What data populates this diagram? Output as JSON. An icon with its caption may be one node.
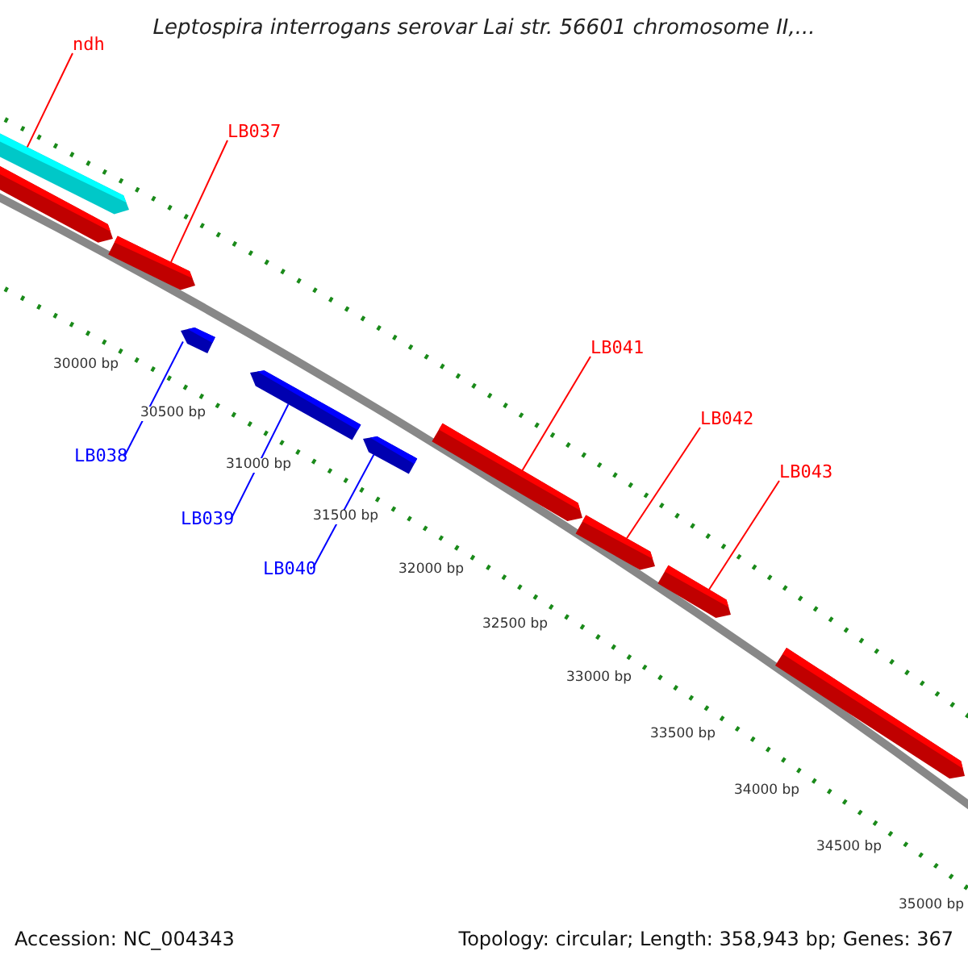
{
  "diagram": {
    "title": "Leptospira interrogans serovar Lai str. 56601 chromosome II,...",
    "nodes": [
      {
        "text": [
          "ndh"
        ]
      },
      {
        "text": [
          "LB037"
        ]
      },
      {
        "text": [
          "LB041"
        ]
      },
      {
        "text": [
          "LB042"
        ]
      },
      {
        "text": [
          "LB043"
        ]
      },
      {
        "text": [
          "LB038"
        ]
      },
      {
        "text": [
          "LB039"
        ]
      },
      {
        "text": [
          "LB040"
        ]
      },
      {
        "text": [],
        "shape": "bar"
      },
      {
        "text": [],
        "shape": "bar"
      },
      {
        "text": [],
        "shape": "bar"
      },
      {
        "text": [],
        "shape": "bar"
      },
      {
        "text": [],
        "shape": "bar"
      },
      {
        "text": [],
        "shape": "bar"
      },
      {
        "text": [],
        "shape": "bar"
      },
      {
        "text": [],
        "shape": "bar"
      },
      {
        "text": [],
        "shape": "bar"
      },
      {
        "text": [],
        "shape": "bar"
      }
    ],
    "edges": [
      {
        "from": 0,
        "to": 8,
        "arrow": "none"
      },
      {
        "from": 1,
        "to": 10,
        "arrow": "none"
      },
      {
        "from": 2,
        "to": 14,
        "arrow": "none"
      },
      {
        "from": 3,
        "to": 15,
        "arrow": "none"
      },
      {
        "from": 4,
        "to": 16,
        "arrow": "none"
      },
      {
        "from": 5,
        "to": 11,
        "arrow": "none",
        "color": "#0000ff"
      },
      {
        "from": 6,
        "to": 12,
        "arrow": "none",
        "color": "#0000ff"
      },
      {
        "from": 7,
        "to": 13,
        "arrow": "none",
        "color": "#0000ff"
      }
    ],
    "labels": [
      "30000 bp",
      "30500 bp",
      "31000 bp",
      "31500 bp",
      "32000 bp",
      "32500 bp",
      "33000 bp",
      "33500 bp",
      "34000 bp",
      "34500 bp",
      "35000 bp",
      "Accession: NC_004343",
      "Topology: circular; Length: 358,943 bp; Genes: 367"
    ]
  }
}
